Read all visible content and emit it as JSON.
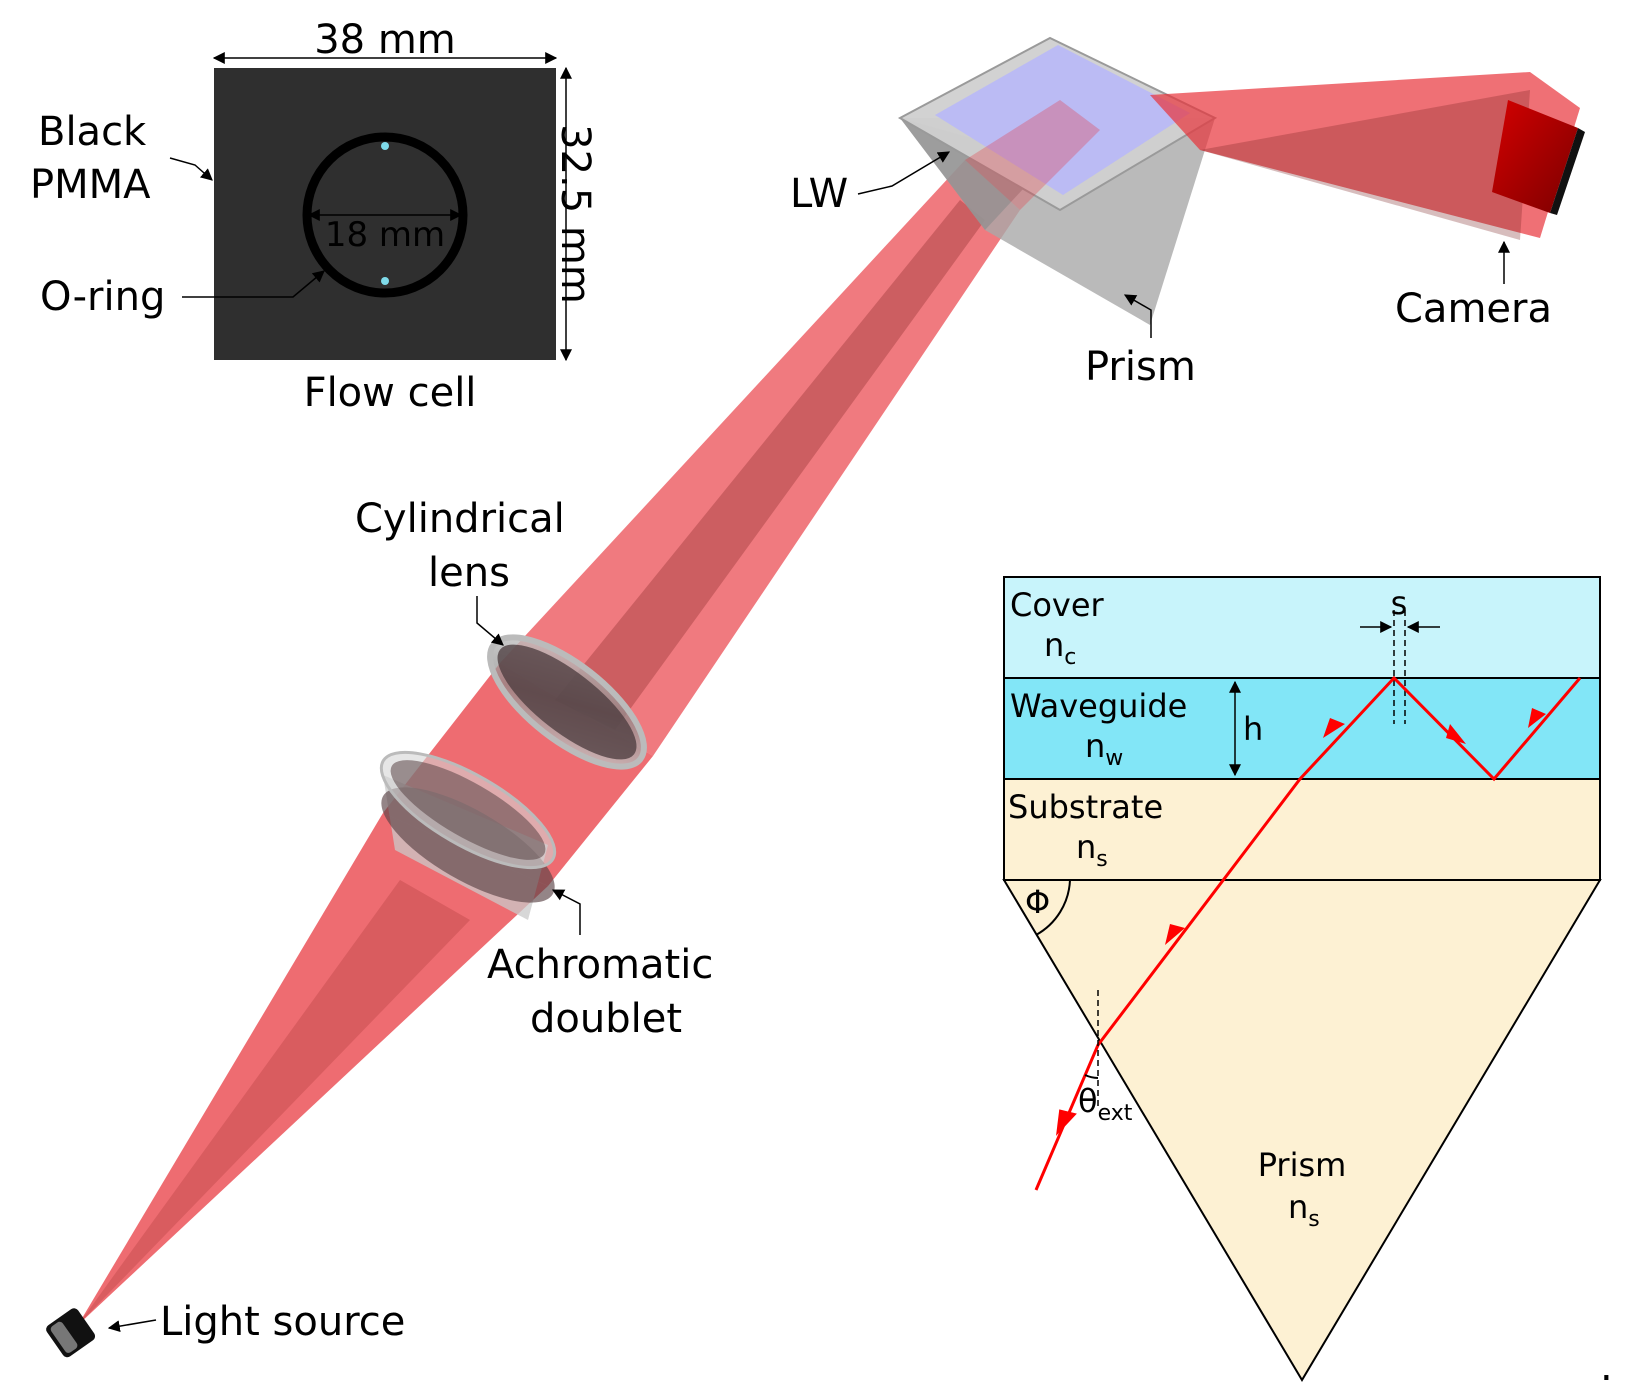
{
  "flow_cell": {
    "width_label": "38 mm",
    "height_label": "32.5 mm",
    "diameter_label": "18 mm",
    "material_label_line1": "Black",
    "material_label_line2": "PMMA",
    "oring_label": "O-ring",
    "title": "Flow cell",
    "colors": {
      "body": "#2f2f2f",
      "ring": "#000000",
      "port": "#7fdbea"
    }
  },
  "setup": {
    "lw_label": "LW",
    "prism_label": "Prism",
    "camera_label": "Camera",
    "cyl_lens_line1": "Cylindrical",
    "cyl_lens_line2": "lens",
    "achromat_line1": "Achromatic",
    "achromat_line2": "doublet",
    "light_source_label": "Light source",
    "colors": {
      "beam": "#e8333a",
      "lw": "#b9b9f6",
      "prism": "#b8b8b8",
      "camera": "#b10000"
    }
  },
  "layers": {
    "cover": {
      "name": "Cover",
      "index_base": "n",
      "index_sub": "c",
      "color": "#c8f4fb"
    },
    "waveguide": {
      "name": "Waveguide",
      "index_base": "n",
      "index_sub": "w",
      "color": "#82e6f7"
    },
    "substrate": {
      "name": "Substrate",
      "index_base": "n",
      "index_sub": "s",
      "color": "#fdf1d3"
    },
    "prism": {
      "name": "Prism",
      "index_base": "n",
      "index_sub": "s",
      "color": "#fdf1d3"
    },
    "thickness_label": "h",
    "shift_label": "s",
    "angle_phi_label": "Φ",
    "angle_theta_base": "θ",
    "angle_theta_sub": "ext",
    "ray_color": "#ff0000",
    "trailing_mark": "."
  }
}
